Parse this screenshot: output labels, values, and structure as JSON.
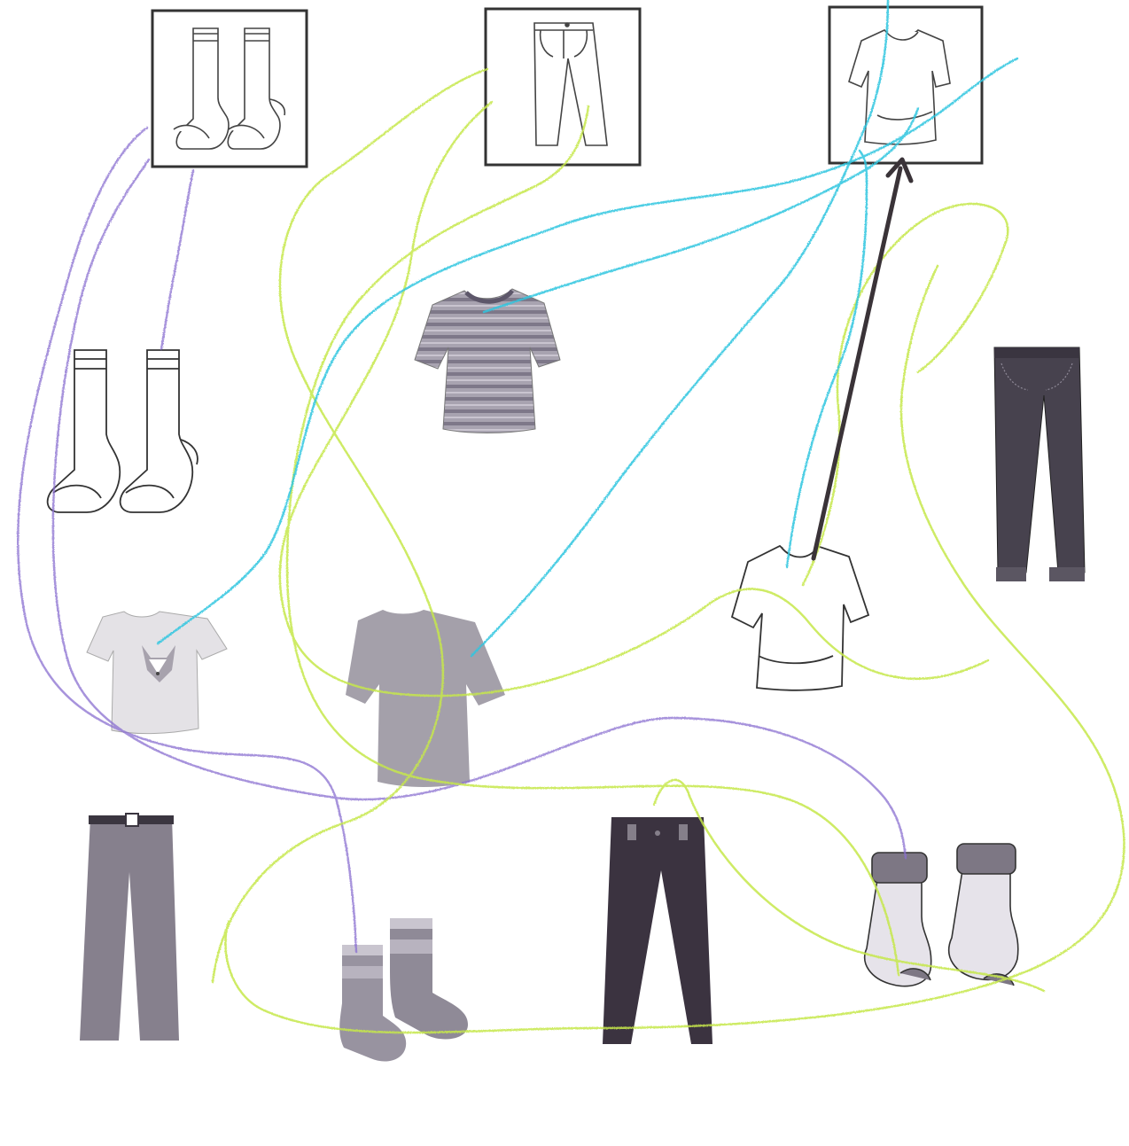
{
  "worksheet": {
    "title": "",
    "instructions": "",
    "targets": [
      {
        "id": "socks",
        "icon": "socks-outline-icon"
      },
      {
        "id": "pants",
        "icon": "pants-outline-icon"
      },
      {
        "id": "tshirt",
        "icon": "tshirt-outline-icon"
      }
    ],
    "items": [
      {
        "icon": "socks-outline-icon",
        "category": "socks"
      },
      {
        "icon": "striped-tshirt-icon",
        "category": "tshirt"
      },
      {
        "icon": "jeans-icon",
        "category": "pants"
      },
      {
        "icon": "fox-tshirt-icon",
        "category": "tshirt"
      },
      {
        "icon": "grey-tshirt-icon",
        "category": "tshirt"
      },
      {
        "icon": "white-tshirt-icon",
        "category": "tshirt"
      },
      {
        "icon": "grey-trousers-icon",
        "category": "pants"
      },
      {
        "icon": "striped-socks-icon",
        "category": "socks"
      },
      {
        "icon": "black-trousers-icon",
        "category": "pants"
      },
      {
        "icon": "wool-socks-icon",
        "category": "socks"
      }
    ],
    "crayon_colors": {
      "socks": "#8a6fd0",
      "pants": "#c6e84a",
      "tshirt": "#2fc6e0",
      "example_arrow": "#3a3338"
    }
  }
}
